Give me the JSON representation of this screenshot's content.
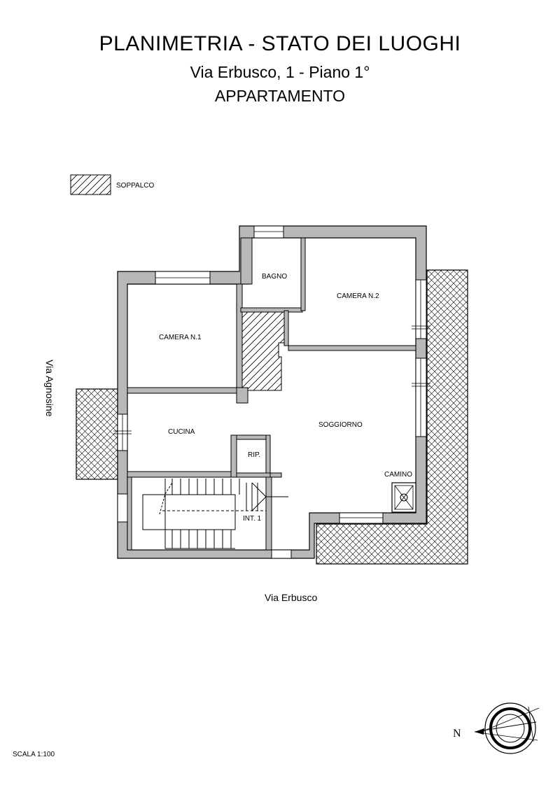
{
  "header": {
    "title": "PLANIMETRIA - STATO DEI LUOGHI",
    "address": "Via Erbusco, 1 - Piano 1°",
    "unit": "APPARTAMENTO"
  },
  "legend": {
    "soppalco_label": "SOPPALCO"
  },
  "rooms": {
    "bagno": "BAGNO",
    "camera2": "CAMERA N.2",
    "camera1": "CAMERA N.1",
    "soggiorno": "SOGGIORNO",
    "cucina": "CUCINA",
    "rip": "RIP.",
    "camino": "CAMINO",
    "int1": "INT. 1"
  },
  "streets": {
    "west": "Via Agnosine",
    "south": "Via Erbusco"
  },
  "compass": {
    "north_label": "N"
  },
  "scale": "SCALA 1:100",
  "colors": {
    "wall": "#b8b8b8",
    "line": "#000000"
  }
}
